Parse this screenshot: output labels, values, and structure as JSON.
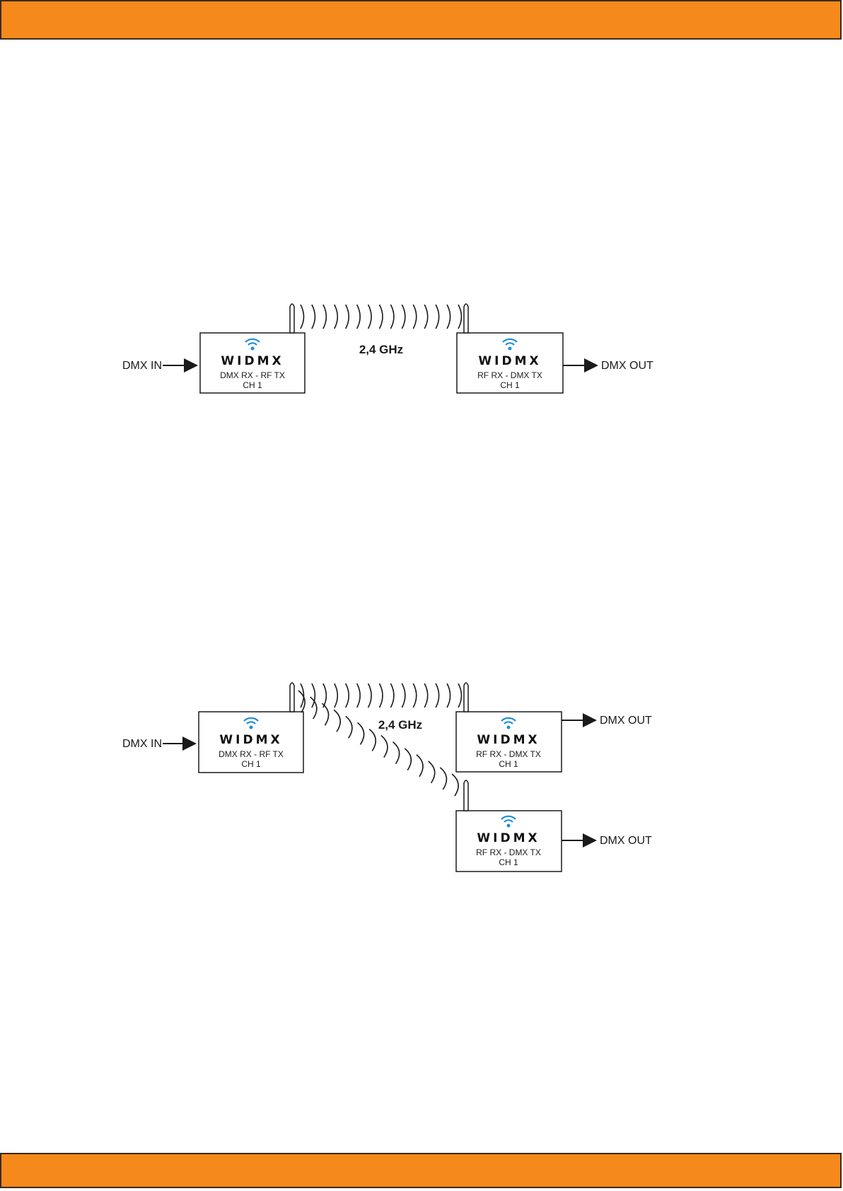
{
  "colors": {
    "band": "#f5891b",
    "wifi": "#1e8fd6",
    "ink": "#1a1a1a"
  },
  "icons": [
    "wifi-icon",
    "antenna-icon",
    "arrow-right-icon"
  ],
  "diagram1": {
    "input_label": "DMX IN",
    "frequency": "2,4 GHz",
    "transmitter": {
      "logo": "WIDMX",
      "mode": "DMX RX - RF TX",
      "channel": "CH 1"
    },
    "receiver": {
      "logo": "WIDMX",
      "mode": "RF RX - DMX TX",
      "channel": "CH 1",
      "output_label": "DMX OUT"
    }
  },
  "diagram2": {
    "input_label": "DMX IN",
    "frequency": "2,4 GHz",
    "transmitter": {
      "logo": "WIDMX",
      "mode": "DMX RX - RF TX",
      "channel": "CH 1"
    },
    "receivers": [
      {
        "logo": "WIDMX",
        "mode": "RF RX - DMX TX",
        "channel": "CH 1",
        "output_label": "DMX OUT"
      },
      {
        "logo": "WIDMX",
        "mode": "RF RX - DMX TX",
        "channel": "CH 1",
        "output_label": "DMX OUT"
      }
    ]
  }
}
